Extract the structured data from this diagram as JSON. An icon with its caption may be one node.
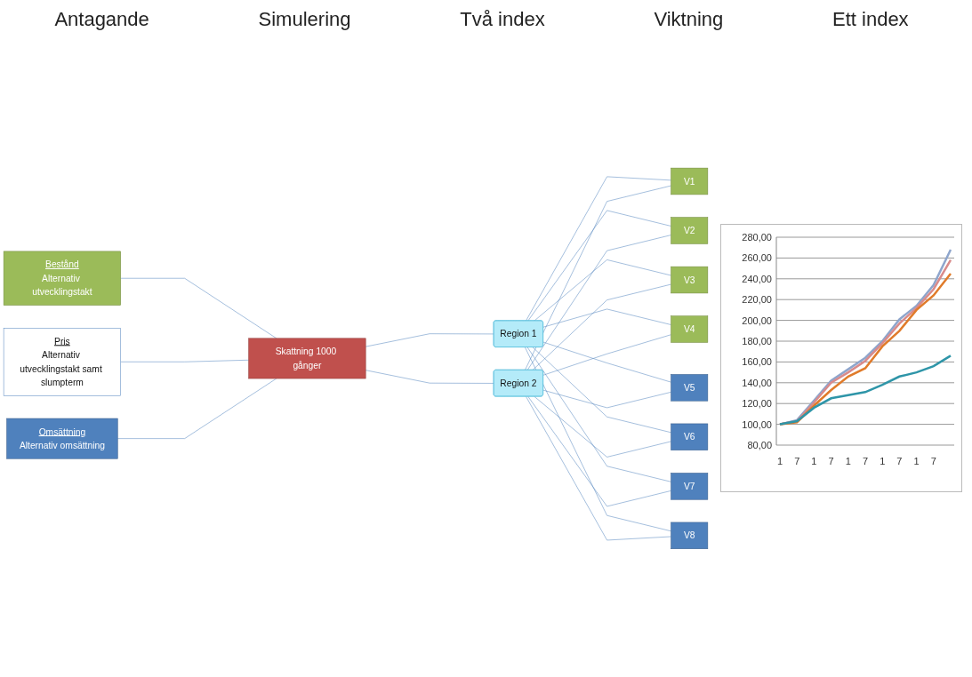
{
  "diagram": {
    "nodes": [
      {
        "text": [
          "Bestånd",
          "Alternativ utvecklingstakt"
        ]
      },
      {
        "text": [
          "Pris",
          "Alternativ utvecklingstakt samt slumpterm"
        ]
      },
      {
        "text": [
          "Omsättning",
          "Alternativ omsättning"
        ]
      },
      {
        "text": [
          "Skattning 1000 gånger"
        ]
      },
      {
        "text": [
          "Region 1"
        ]
      },
      {
        "text": [
          "Region 2"
        ]
      },
      {
        "text": [
          "V1"
        ]
      },
      {
        "text": [
          "V2"
        ]
      },
      {
        "text": [
          "V3"
        ]
      },
      {
        "text": [
          "V4"
        ]
      },
      {
        "text": [
          "V5"
        ]
      },
      {
        "text": [
          "V6"
        ]
      },
      {
        "text": [
          "V7"
        ]
      },
      {
        "text": [
          "V8"
        ]
      }
    ],
    "edges": [
      {
        "from": 0,
        "to": 3,
        "arrow": "none"
      },
      {
        "from": 1,
        "to": 3,
        "arrow": "none"
      },
      {
        "from": 2,
        "to": 3,
        "arrow": "none"
      },
      {
        "from": 3,
        "to": 4,
        "arrow": "none"
      },
      {
        "from": 3,
        "to": 5,
        "arrow": "none"
      },
      {
        "from": 4,
        "to": 6,
        "arrow": "none"
      },
      {
        "from": 4,
        "to": 7,
        "arrow": "none"
      },
      {
        "from": 4,
        "to": 8,
        "arrow": "none"
      },
      {
        "from": 4,
        "to": 9,
        "arrow": "none"
      },
      {
        "from": 4,
        "to": 10,
        "arrow": "none"
      },
      {
        "from": 4,
        "to": 11,
        "arrow": "none"
      },
      {
        "from": 4,
        "to": 12,
        "arrow": "none"
      },
      {
        "from": 4,
        "to": 13,
        "arrow": "none"
      },
      {
        "from": 5,
        "to": 6,
        "arrow": "none"
      },
      {
        "from": 5,
        "to": 7,
        "arrow": "none"
      },
      {
        "from": 5,
        "to": 8,
        "arrow": "none"
      },
      {
        "from": 5,
        "to": 9,
        "arrow": "none"
      },
      {
        "from": 5,
        "to": 10,
        "arrow": "none"
      },
      {
        "from": 5,
        "to": 11,
        "arrow": "none"
      },
      {
        "from": 5,
        "to": 12,
        "arrow": "none"
      },
      {
        "from": 5,
        "to": 13,
        "arrow": "none"
      }
    ],
    "labels": [
      "Antagande",
      "Simulering",
      "Två index",
      "Viktning",
      "Ett index"
    ],
    "chart_data": {
      "type": "line",
      "categories": [
        "1",
        "7",
        "1",
        "7",
        "1",
        "7",
        "1",
        "7",
        "1",
        "7",
        null
      ],
      "grid": true,
      "series": [
        {
          "color": "#8ea5cc",
          "values": [
            100,
            104,
            123,
            142,
            153,
            164,
            180,
            201,
            214,
            234,
            268
          ]
        },
        {
          "color": "#d98b8b",
          "values": [
            100,
            103,
            121,
            140,
            150,
            161,
            178,
            197,
            212,
            230,
            258
          ]
        },
        {
          "color": "#e07b2a",
          "values": [
            100,
            102,
            118,
            133,
            146,
            154,
            175,
            190,
            210,
            224,
            245
          ]
        },
        {
          "color": "#2e95a8",
          "values": [
            100,
            103,
            116,
            125,
            128,
            131,
            138,
            146,
            150,
            156,
            166
          ]
        }
      ],
      "ylim": [
        80,
        280
      ],
      "yticks": [
        {
          "value": 80,
          "label": "80,00"
        },
        {
          "value": 100,
          "label": "100,00"
        },
        {
          "value": 120,
          "label": "120,00"
        },
        {
          "value": 140,
          "label": "140,00"
        },
        {
          "value": 160,
          "label": "160,00"
        },
        {
          "value": 180,
          "label": "180,00"
        },
        {
          "value": 200,
          "label": "200,00"
        },
        {
          "value": 220,
          "label": "220,00"
        },
        {
          "value": 240,
          "label": "240,00"
        },
        {
          "value": 260,
          "label": "260,00"
        },
        {
          "value": 280,
          "label": "280,00"
        }
      ]
    }
  }
}
